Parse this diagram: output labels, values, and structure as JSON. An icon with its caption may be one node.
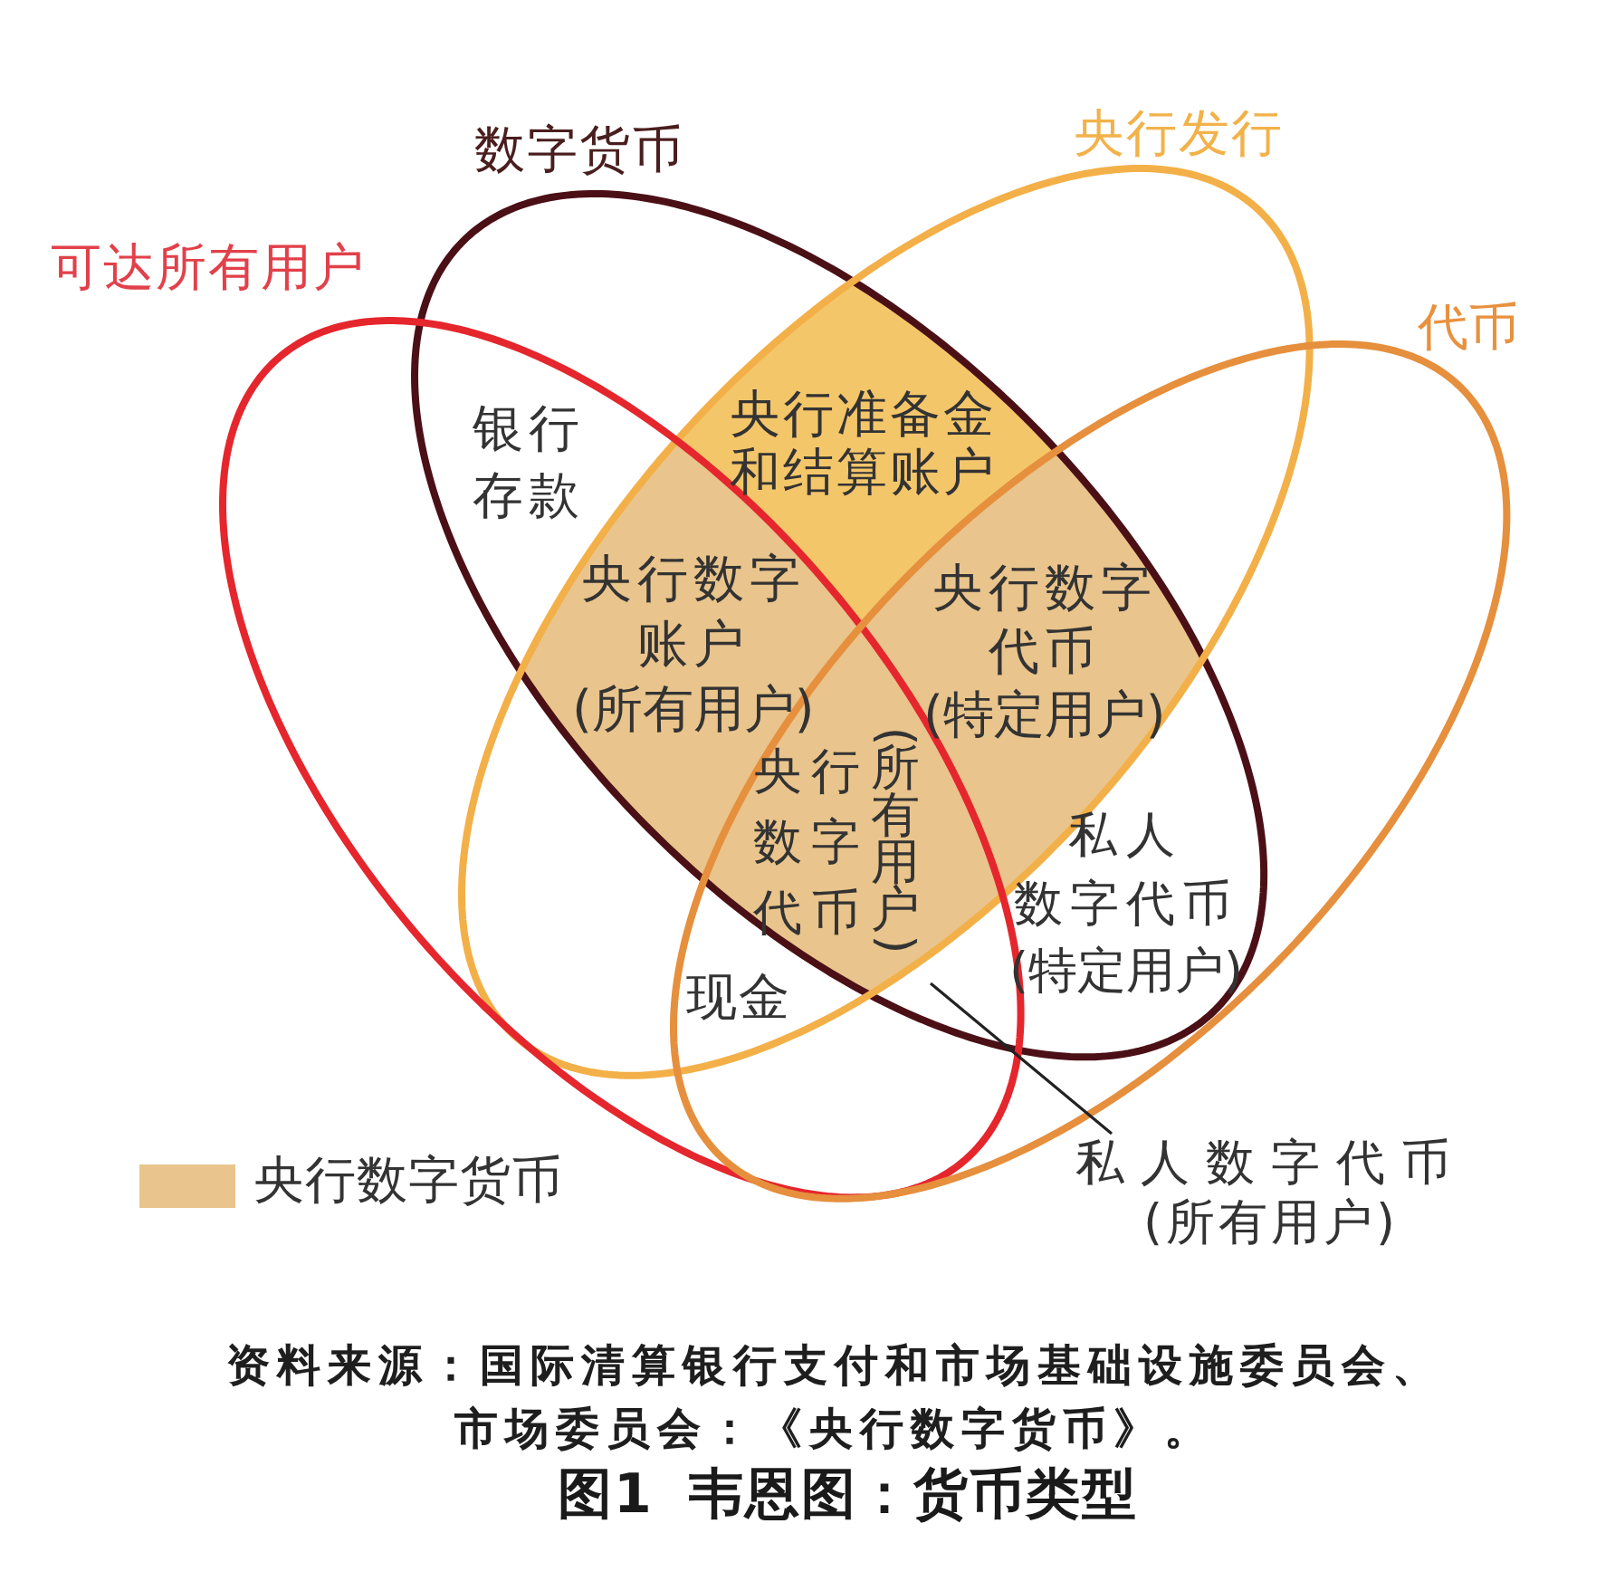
{
  "diagram": {
    "caption": "图1 韦恩图：货币类型",
    "nodes": [
      {
        "text": [
          "数字货币"
        ]
      },
      {
        "text": [
          "央行发行"
        ]
      },
      {
        "text": [
          "可达所有用户"
        ]
      },
      {
        "text": [
          "代币"
        ]
      },
      {
        "text": [
          "私人数字代币(所有用户)"
        ]
      }
    ],
    "edges": [
      {
        "from": 4,
        "to": 2,
        "arrow": "none"
      }
    ],
    "labels": [
      "银行存款",
      "央行准备金和结算账户",
      "央行数字账户(所有用户)",
      "央行数字代币(特定用户)",
      "央行数字代币(所有用户)",
      "私人数字代币(特定用户)",
      "现金",
      "资料来源：国际清算银行支付和市场基础设施委员会、市场委员会：《央行数字货币》。"
    ],
    "legend": [
      {
        "text": "央行数字货币",
        "color": "#e9c48c"
      }
    ]
  }
}
